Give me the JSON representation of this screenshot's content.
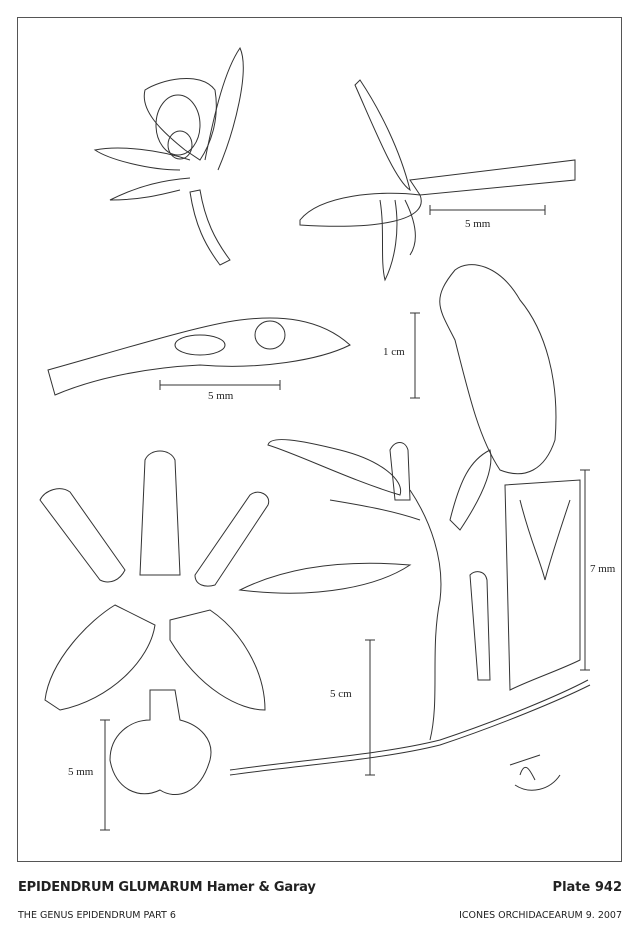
{
  "plate": {
    "title": "EPIDENDRUM GLUMARUM Hamer & Garay",
    "plate_number": "Plate 942",
    "series": "THE GENUS EPIDENDRUM PART 6",
    "journal": "ICONES ORCHIDACEARUM 9. 2007"
  },
  "scale_bars": {
    "flower_side": "5 mm",
    "column": "5 mm",
    "inflorescence": "1 cm",
    "bract": "7 mm",
    "plant": "5 cm",
    "lip": "5 mm"
  }
}
